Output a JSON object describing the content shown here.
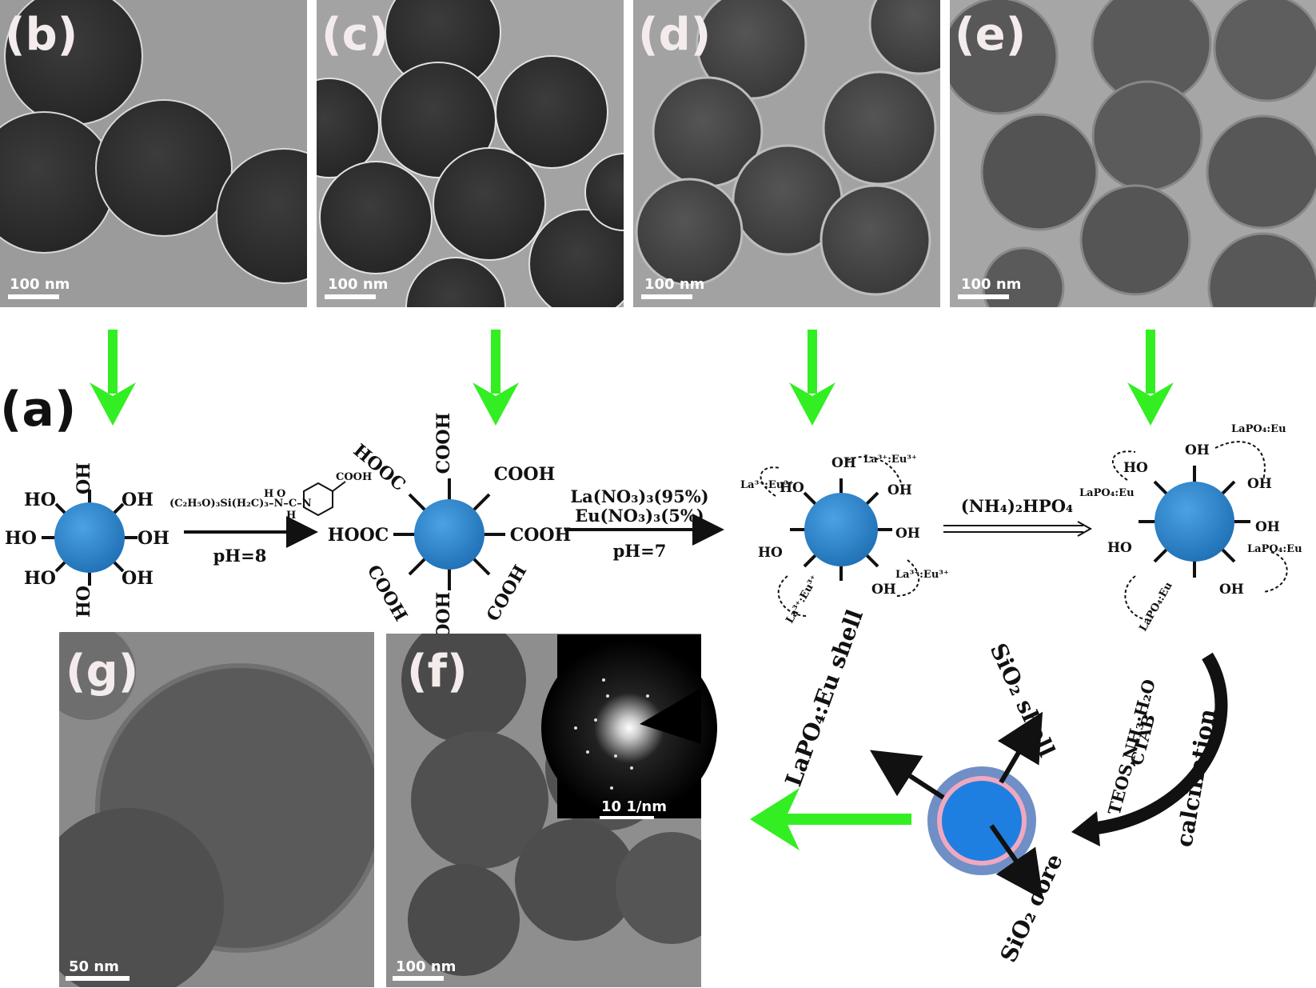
{
  "panels": {
    "b": {
      "label": "(b)",
      "scale": "100 nm"
    },
    "c": {
      "label": "(c)",
      "scale": "100 nm"
    },
    "d": {
      "label": "(d)",
      "scale": "100 nm"
    },
    "e": {
      "label": "(e)",
      "scale": "100 nm"
    },
    "f": {
      "label": "(f)",
      "scale": "100 nm",
      "inset_scale": "10 1/nm"
    },
    "g": {
      "label": "(g)",
      "scale": "50 nm"
    },
    "a": {
      "label": "(a)"
    }
  },
  "scheme": {
    "oh": "OH",
    "ho": "HO",
    "cooh": "COOH",
    "hooc": "HOOC",
    "reagent1": "(C₂H₅O)₃Si(H₂C)₃–N–C–N",
    "reagent1_h": "H",
    "reagent1_o": "O",
    "reagent1_cooh": "COOH",
    "step1_condition": "pH=8",
    "step2_reagent_la": "La(NO₃)₃(95%)",
    "step2_reagent_eu": "Eu(NO₃)₃(5%)",
    "step2_condition": "pH=7",
    "ion_label": "La³⁺:Eu³⁺",
    "step3_reagent": "(NH₄)₂HPO₄",
    "lapo_label": "LaPO₄:Eu",
    "step4_reagent": "TEOS,NH₃·H₂O",
    "step4_reagent2": "CTAB",
    "step4_condition": "calcination",
    "label_lapo_shell": "LaPO₄:Eu shell",
    "label_sio2_shell": "SiO₂ shell",
    "label_sio2_core": "SiO₂ core"
  },
  "colors": {
    "sphere": "#2a86cf",
    "arrow_green": "#33ee22",
    "pink_ring": "#f0a8c0",
    "outer_ring": "#6f8fc6"
  }
}
